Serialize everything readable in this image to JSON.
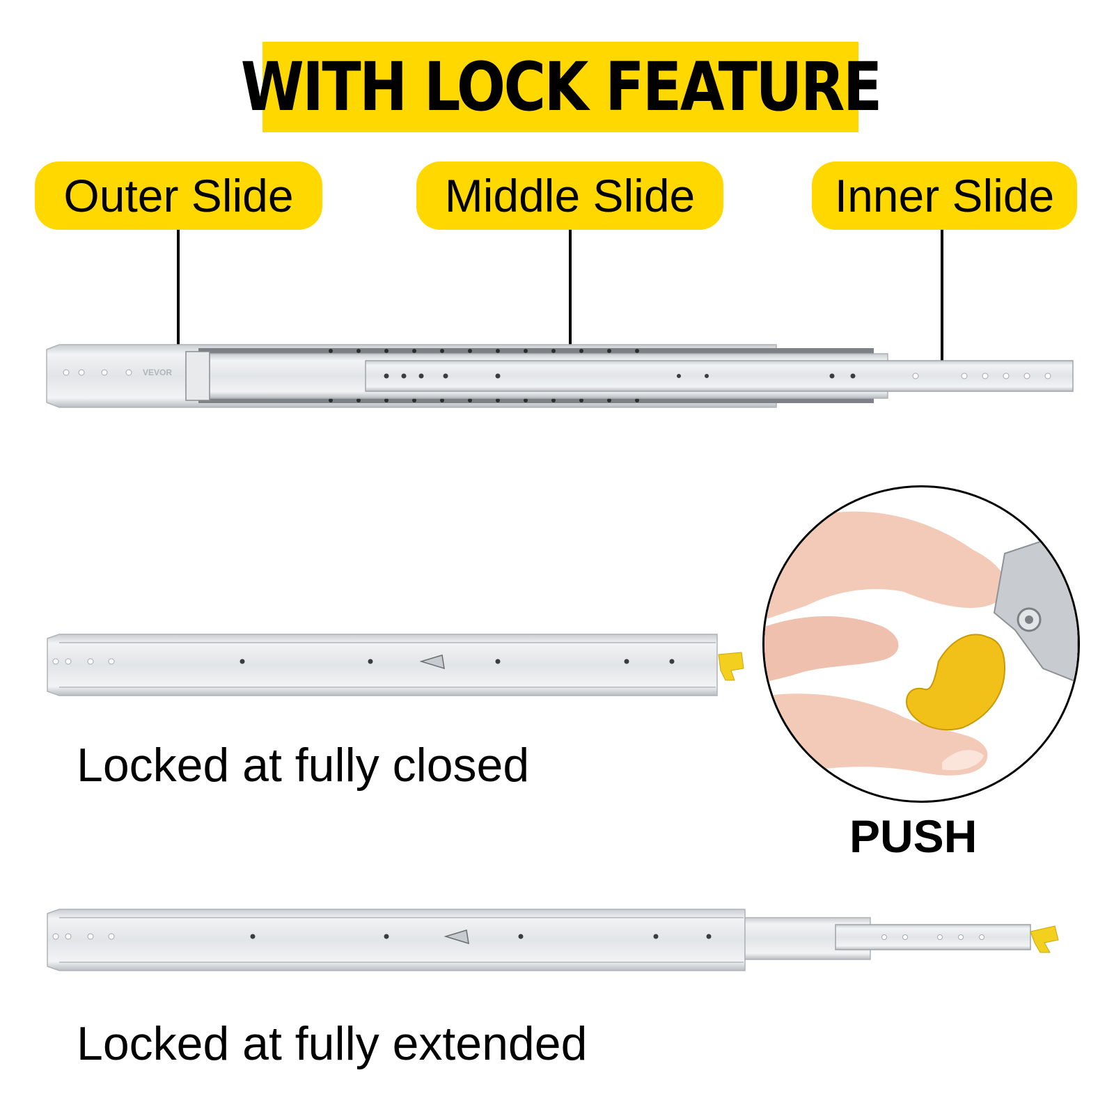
{
  "title": "WITH LOCK FEATURE",
  "labels": {
    "outer": "Outer Slide",
    "middle": "Middle Slide",
    "inner": "Inner Slide"
  },
  "brand_mark": "VEVOR",
  "captions": {
    "closed": "Locked at fully closed",
    "extended": "Locked at fully extended"
  },
  "push_label": "PUSH",
  "colors": {
    "accent": "#ffd800",
    "text": "#000000",
    "steel": "#d9dcdf",
    "skin": "#f2c7b4"
  }
}
